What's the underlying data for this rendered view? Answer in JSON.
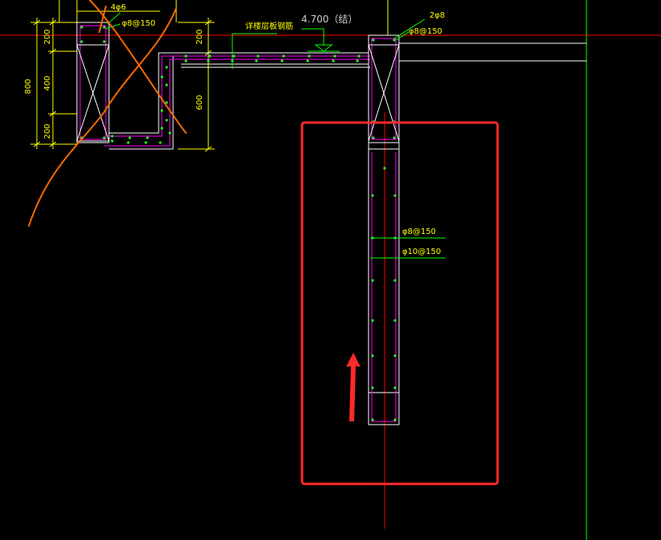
{
  "colors": {
    "background": "#000000",
    "dimension": "#ffff00",
    "outline": "#ffffff",
    "rebar": "#ff00ff",
    "bar_dot": "#22ff22",
    "leader": "#00ff00",
    "center_line": "#ff0000",
    "highlight": "#ff2a2a",
    "sketch": "#ff6a00",
    "grid": "#00ff00"
  },
  "dimensions": {
    "left_total": "800",
    "left_top": "200",
    "left_middle": "400",
    "left_bottom": "200",
    "mid_top": "200",
    "mid_lower": "600"
  },
  "labels": {
    "top_bars": "4φ6",
    "left_stirrup": "φ8@150",
    "slab_note": "详楼层板钢筋",
    "elevation": "4.700（结）",
    "right_top_bars": "2φ8",
    "right_stirrup": "φ8@150",
    "wall_horizontal": "φ8@150",
    "wall_vertical": "φ10@150"
  },
  "icons": {
    "elevation_marker": "elevation-triangle-icon",
    "annotation_arrow": "red-arrow-icon"
  }
}
